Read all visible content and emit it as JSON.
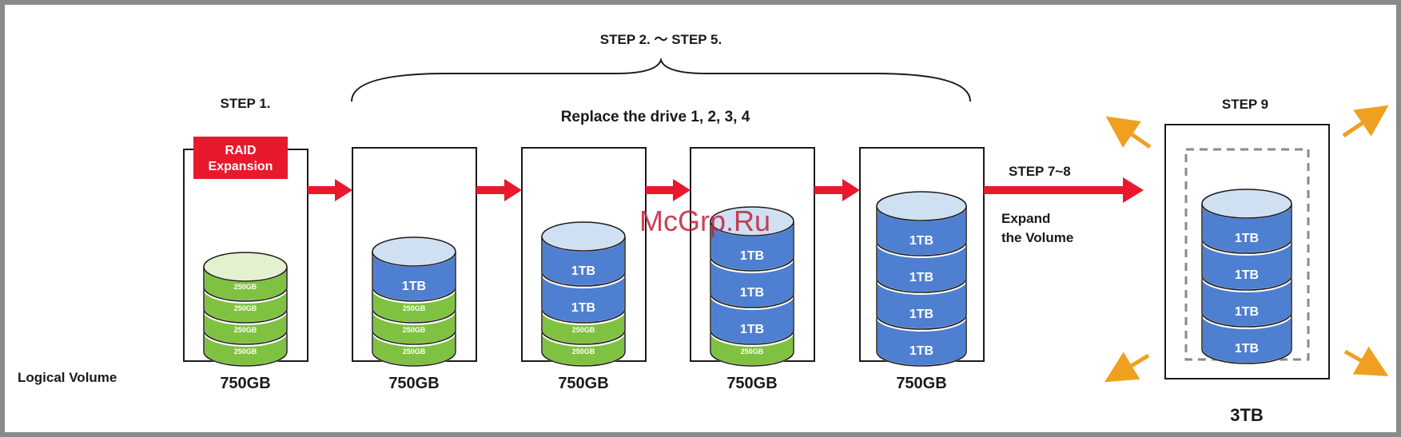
{
  "steps": {
    "step1": "STEP 1.",
    "step2_5": "STEP 2. ～ STEP 5.",
    "replace": "Replace the drive 1, 2, 3, 4",
    "step7_8": "STEP 7~8",
    "expand_line1": "Expand",
    "expand_line2": "the Volume",
    "step9": "STEP 9"
  },
  "badge": {
    "line1": "RAID",
    "line2": "Expansion"
  },
  "row_label": "Logical Volume",
  "watermark": "McGrp.Ru",
  "disk_labels": {
    "small": "250GB",
    "large": "1TB"
  },
  "stages": [
    {
      "volume": "750GB",
      "disks": [
        "250GB",
        "250GB",
        "250GB",
        "250GB"
      ]
    },
    {
      "volume": "750GB",
      "disks": [
        "1TB",
        "250GB",
        "250GB",
        "250GB"
      ]
    },
    {
      "volume": "750GB",
      "disks": [
        "1TB",
        "1TB",
        "250GB",
        "250GB"
      ]
    },
    {
      "volume": "750GB",
      "disks": [
        "1TB",
        "1TB",
        "1TB",
        "250GB"
      ]
    },
    {
      "volume": "750GB",
      "disks": [
        "1TB",
        "1TB",
        "1TB",
        "1TB"
      ]
    },
    {
      "volume": "3TB",
      "disks": [
        "1TB",
        "1TB",
        "1TB",
        "1TB"
      ]
    }
  ],
  "colors": {
    "arrow": "#e8192c",
    "badge": "#e8192c",
    "green_disk": "#7fc241",
    "green_top": "#e3f1cf",
    "blue_disk": "#4f7fd0",
    "blue_top": "#cfe0f3",
    "orange_arrow": "#f0a020",
    "frame": "#8a8a8a",
    "watermark": "#c41e3a"
  }
}
